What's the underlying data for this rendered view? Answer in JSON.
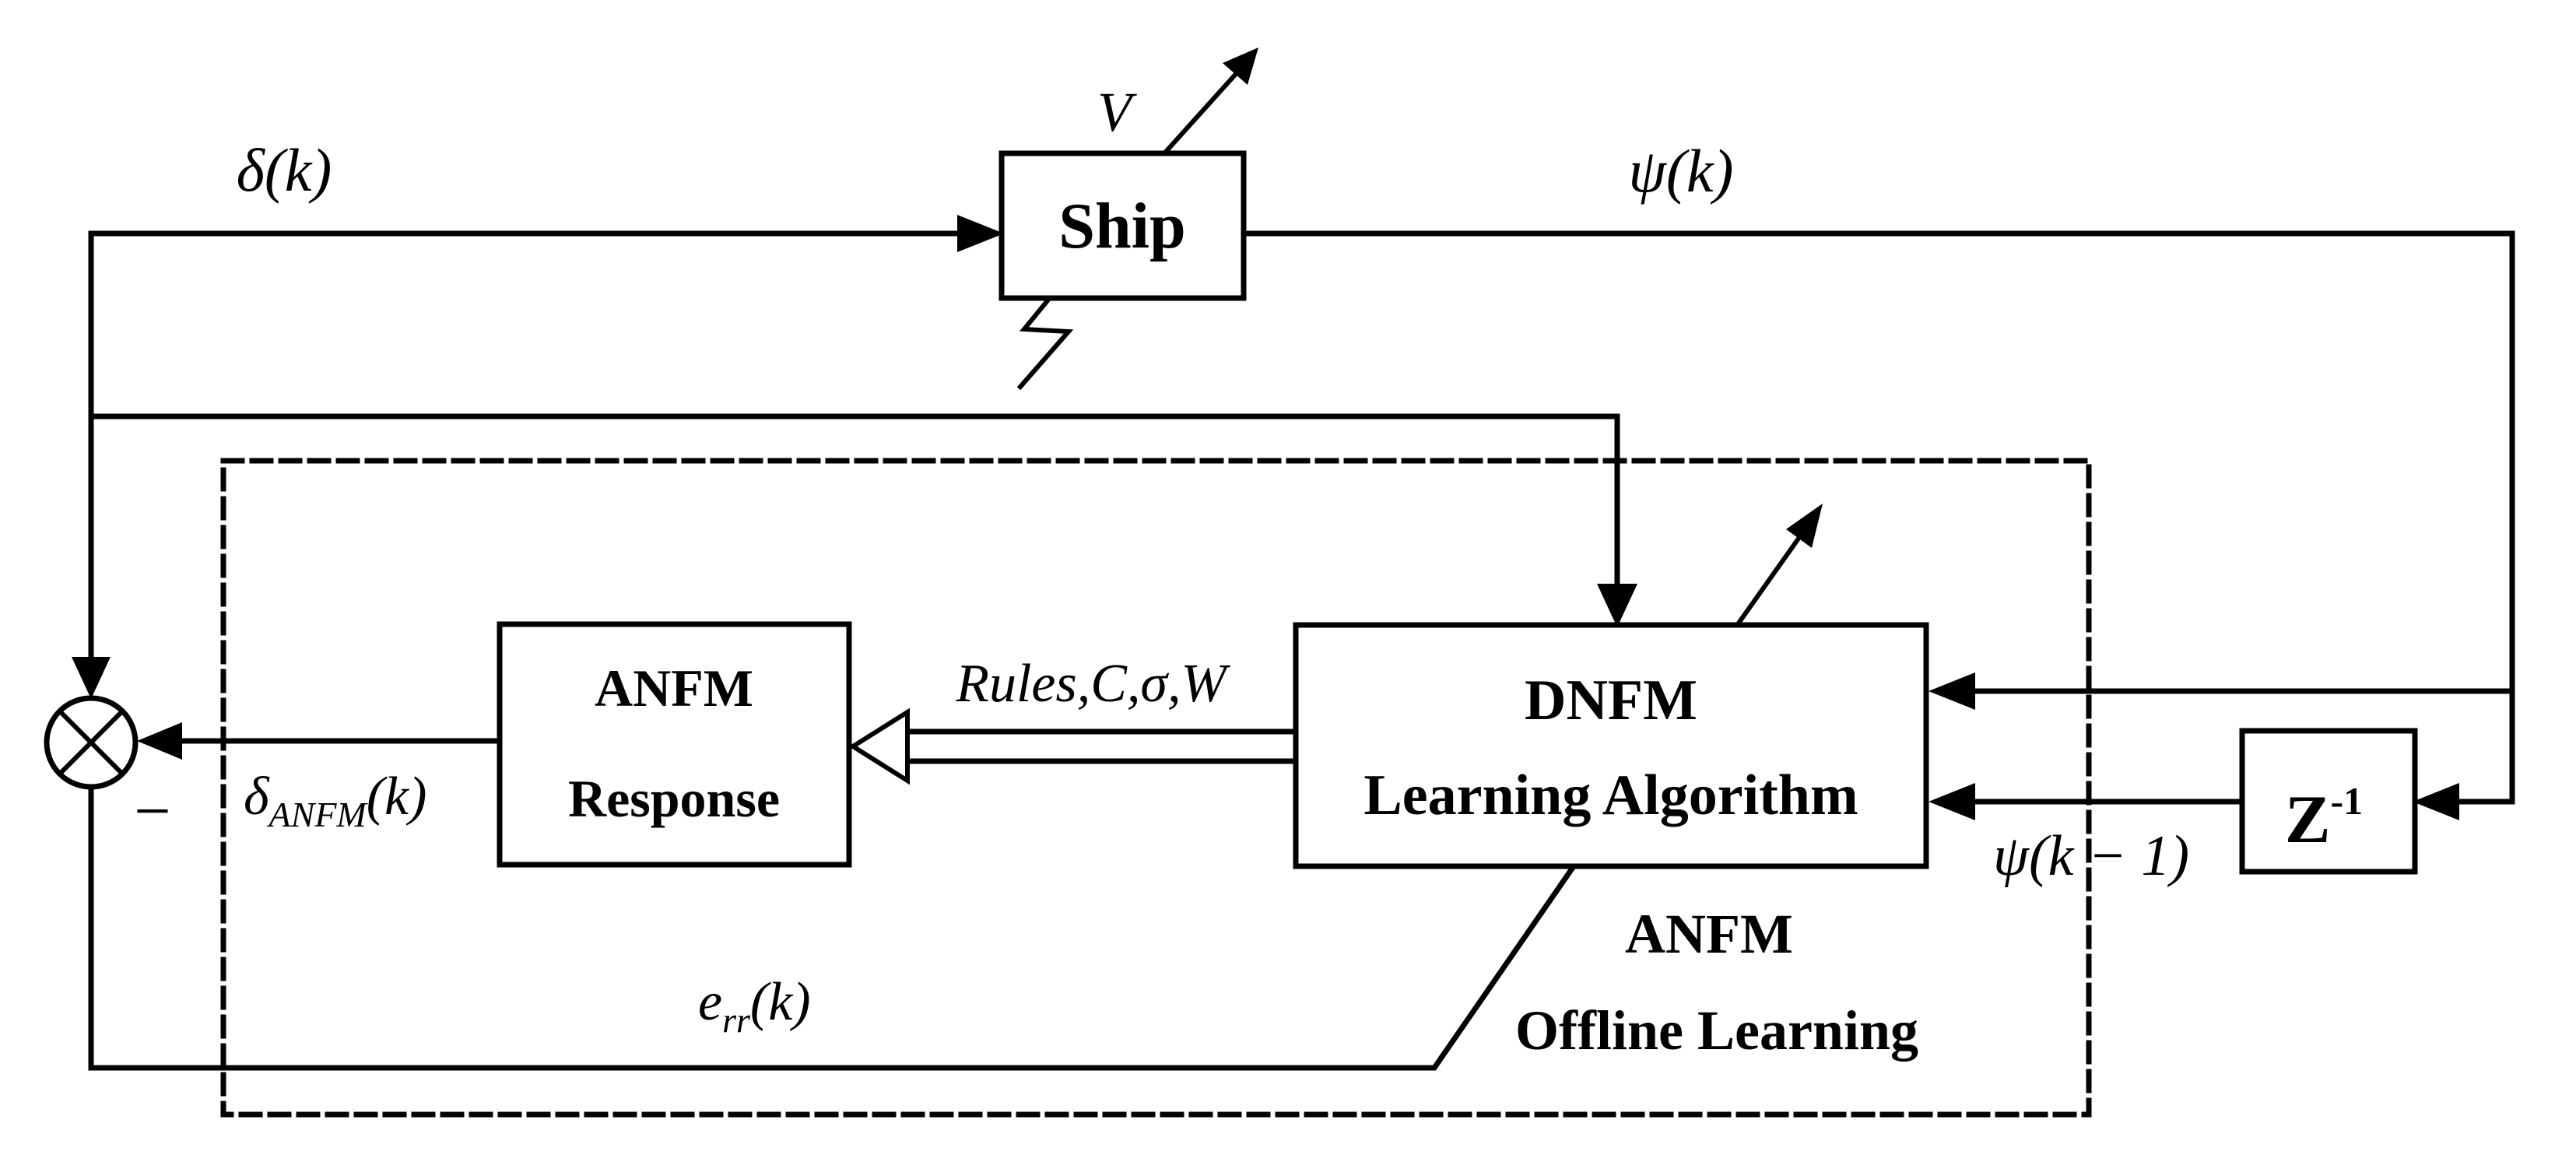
{
  "diagram": {
    "colors": {
      "ink": "#000000",
      "background": "#ffffff"
    },
    "blocks": {
      "ship": {
        "label": "Ship"
      },
      "anfm_response": {
        "line1": "ANFM",
        "line2": "Response"
      },
      "dnfm_learning": {
        "line1": "DNFM",
        "line2": "Learning Algorithm"
      },
      "unit_delay": {
        "base": "Z",
        "exponent": "-1"
      }
    },
    "signals": {
      "rudder": "δ(k)",
      "heading": "ψ(k)",
      "disturbance_gain": "V",
      "delayed_heading": "ψ(k − 1)",
      "learned_parameters": "Rules,C,σ,W",
      "anfm_rudder": {
        "base": "δ",
        "sub": "ANFM",
        "arg": "(k)"
      },
      "error": {
        "base": "e",
        "sub": "rr",
        "arg": "(k)"
      },
      "minus": "−"
    },
    "annotations": {
      "group_title_line1": "ANFM",
      "group_title_line2": "Offline Learning"
    }
  }
}
